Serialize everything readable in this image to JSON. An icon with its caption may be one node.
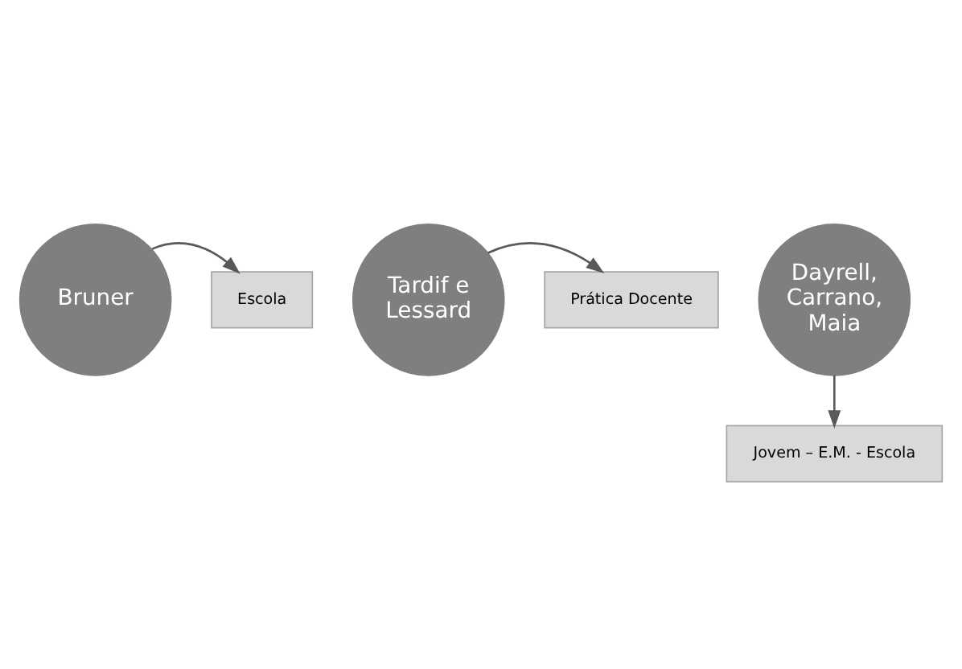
{
  "diagram": {
    "nodes": [
      {
        "text": [
          "Bruner"
        ]
      },
      {
        "text": [
          "Tardif e Lessard"
        ]
      },
      {
        "text": [
          "Dayrell, Carrano, Maia"
        ]
      },
      {
        "text": [
          "Escola"
        ]
      },
      {
        "text": [
          "Prática Docente"
        ]
      },
      {
        "text": [
          "Jovem – E.M. - Escola"
        ]
      }
    ],
    "edges": [
      {
        "from": 0,
        "to": 3,
        "arrow": "to"
      },
      {
        "from": 1,
        "to": 4,
        "arrow": "to"
      },
      {
        "from": 2,
        "to": 5,
        "arrow": "to"
      }
    ]
  }
}
